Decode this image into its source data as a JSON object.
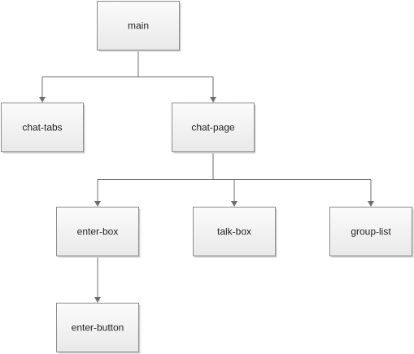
{
  "diagram": {
    "nodes": [
      {
        "id": "main",
        "label": "main"
      },
      {
        "id": "chat-tabs",
        "label": "chat-tabs"
      },
      {
        "id": "chat-page",
        "label": "chat-page"
      },
      {
        "id": "enter-box",
        "label": "enter-box"
      },
      {
        "id": "talk-box",
        "label": "talk-box"
      },
      {
        "id": "group-list",
        "label": "group-list"
      },
      {
        "id": "enter-button",
        "label": "enter-button"
      }
    ],
    "edges": [
      {
        "from": "main",
        "to": "chat-tabs"
      },
      {
        "from": "main",
        "to": "chat-page"
      },
      {
        "from": "chat-page",
        "to": "enter-box"
      },
      {
        "from": "chat-page",
        "to": "talk-box"
      },
      {
        "from": "chat-page",
        "to": "group-list"
      },
      {
        "from": "enter-box",
        "to": "enter-button"
      }
    ]
  },
  "colors": {
    "node_fill_top": "#fbfbfb",
    "node_fill_bottom": "#e9e9e9",
    "node_border": "#8c8c8c",
    "edge": "#6e6e6e",
    "text": "#222222"
  }
}
